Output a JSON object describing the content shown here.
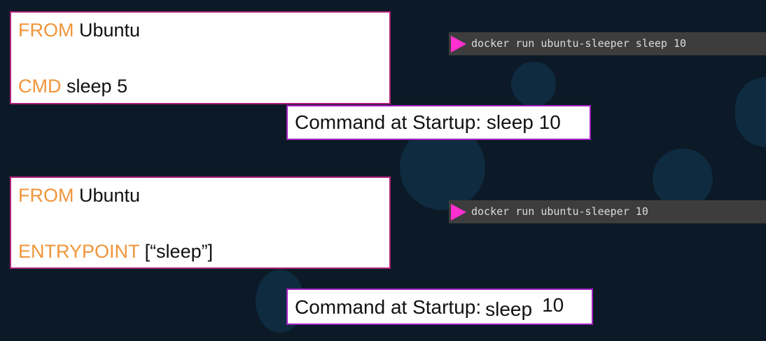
{
  "example1": {
    "dockerfile": [
      {
        "keyword": "FROM",
        "value": "Ubuntu"
      },
      {
        "keyword": "CMD",
        "value": "sleep 5"
      }
    ],
    "command": "docker run ubuntu-sleeper sleep 10",
    "startup_label": "Command at Startup:",
    "startup_value": "sleep 10"
  },
  "example2": {
    "dockerfile": [
      {
        "keyword": "FROM",
        "value": "Ubuntu"
      },
      {
        "keyword": "ENTRYPOINT",
        "value": "[“sleep”]"
      }
    ],
    "command": "docker run ubuntu-sleeper 10",
    "startup_label": "Command at Startup:",
    "startup_value": "sleep",
    "startup_arg": "10"
  },
  "colors": {
    "background": "#0b1a26",
    "keyword": "#f0953a",
    "prompt": "#ff2fd0",
    "terminal": "#3d3d3d"
  },
  "icons": [
    "prompt-triangle-icon"
  ]
}
